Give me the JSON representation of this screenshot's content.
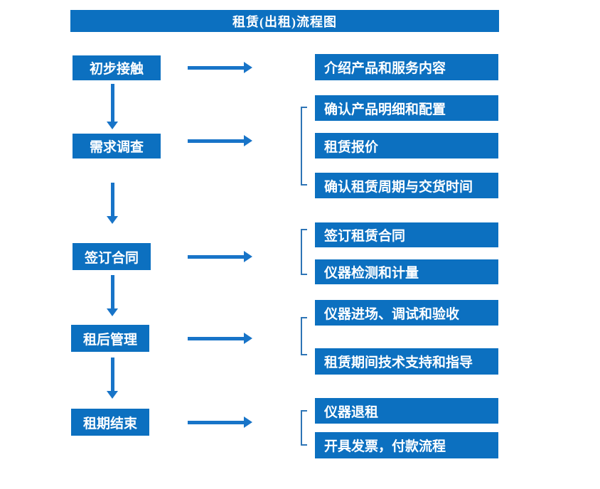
{
  "title": "租赁(出租)流程图",
  "colors": {
    "box": "#0C70C0",
    "arrow": "#1874C8",
    "bracket": "#2E75B6"
  },
  "steps": [
    {
      "label": "初步接触",
      "details": [
        "介绍产品和服务内容"
      ]
    },
    {
      "label": "需求调查",
      "details": [
        "确认产品明细和配置",
        "租赁报价",
        "确认租赁周期与交货时间"
      ]
    },
    {
      "label": "签订合同",
      "details": [
        "签订租赁合同",
        "仪器检测和计量"
      ]
    },
    {
      "label": "租后管理",
      "details": [
        "仪器进场、调试和验收",
        "租赁期间技术支持和指导"
      ]
    },
    {
      "label": "租期结束",
      "details": [
        "仪器退租",
        "开具发票，付款流程"
      ]
    }
  ]
}
